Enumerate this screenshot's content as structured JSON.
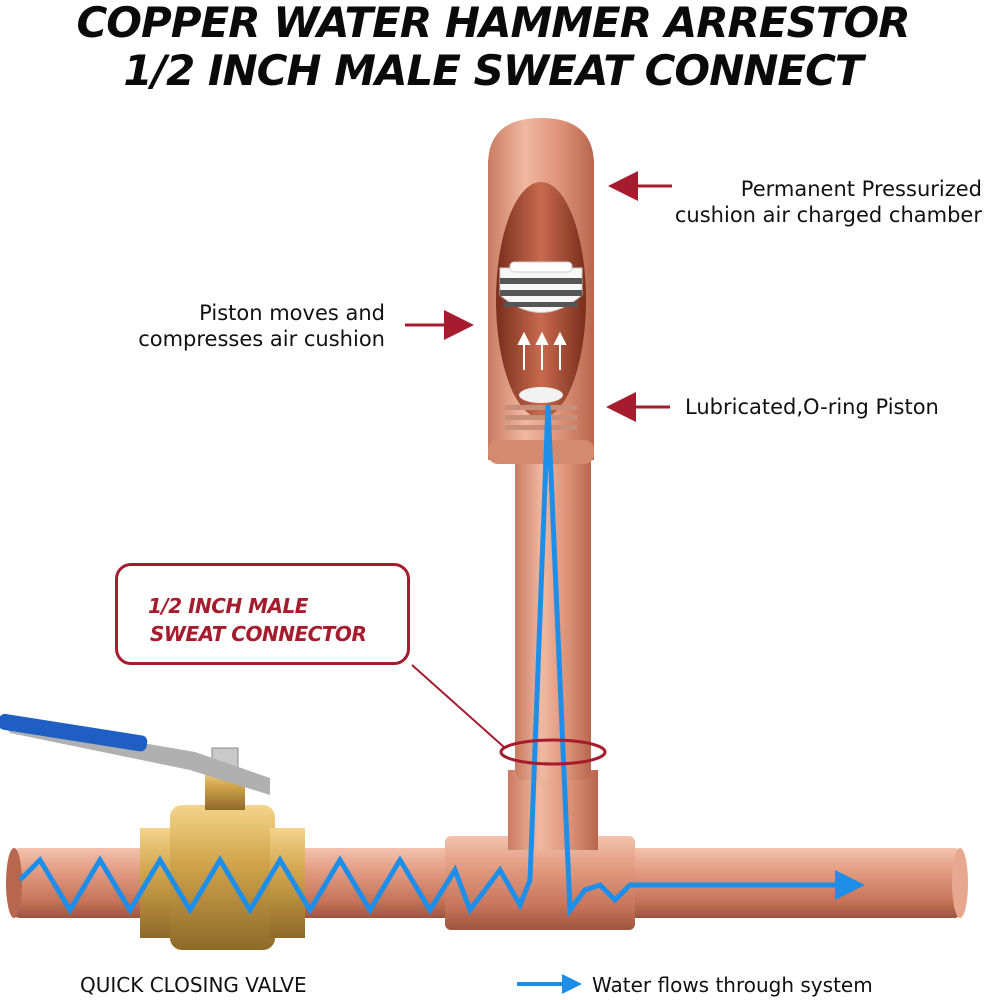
{
  "title": {
    "line1": "COPPER WATER HAMMER ARRESTOR",
    "line2": "1/2 INCH MALE SWEAT CONNECT"
  },
  "labels": {
    "chamber": [
      "Permanent Pressurized",
      "cushion air charged chamber"
    ],
    "piston_moves": [
      "Piston moves and",
      "compresses air cushion"
    ],
    "oring_piston": "Lubricated,O-ring Piston",
    "valve": "QUICK CLOSING VALVE",
    "water_flow": "Water flows through system"
  },
  "callout": {
    "line1": "1/2 INCH MALE",
    "line2": "SWEAT CONNECTOR"
  },
  "colors": {
    "accent_red": "#a41c2e",
    "water_blue": "#1e8fe8",
    "copper": "#d9896e",
    "brass": "#c9a24a",
    "valve_handle": "#1f5fc4"
  }
}
